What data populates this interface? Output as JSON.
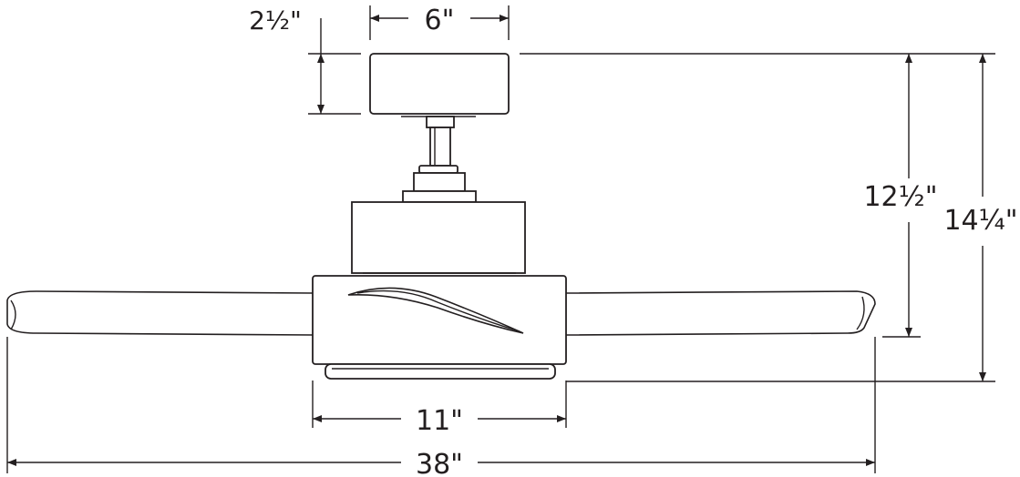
{
  "dimensions": {
    "canopy_height": "2½\"",
    "canopy_width": "6\"",
    "ceiling_to_blade": "12½\"",
    "overall_height": "14¼\"",
    "housing_width": "11\"",
    "blade_span": "38\""
  },
  "colors": {
    "line": "#231f20",
    "background": "#ffffff"
  }
}
